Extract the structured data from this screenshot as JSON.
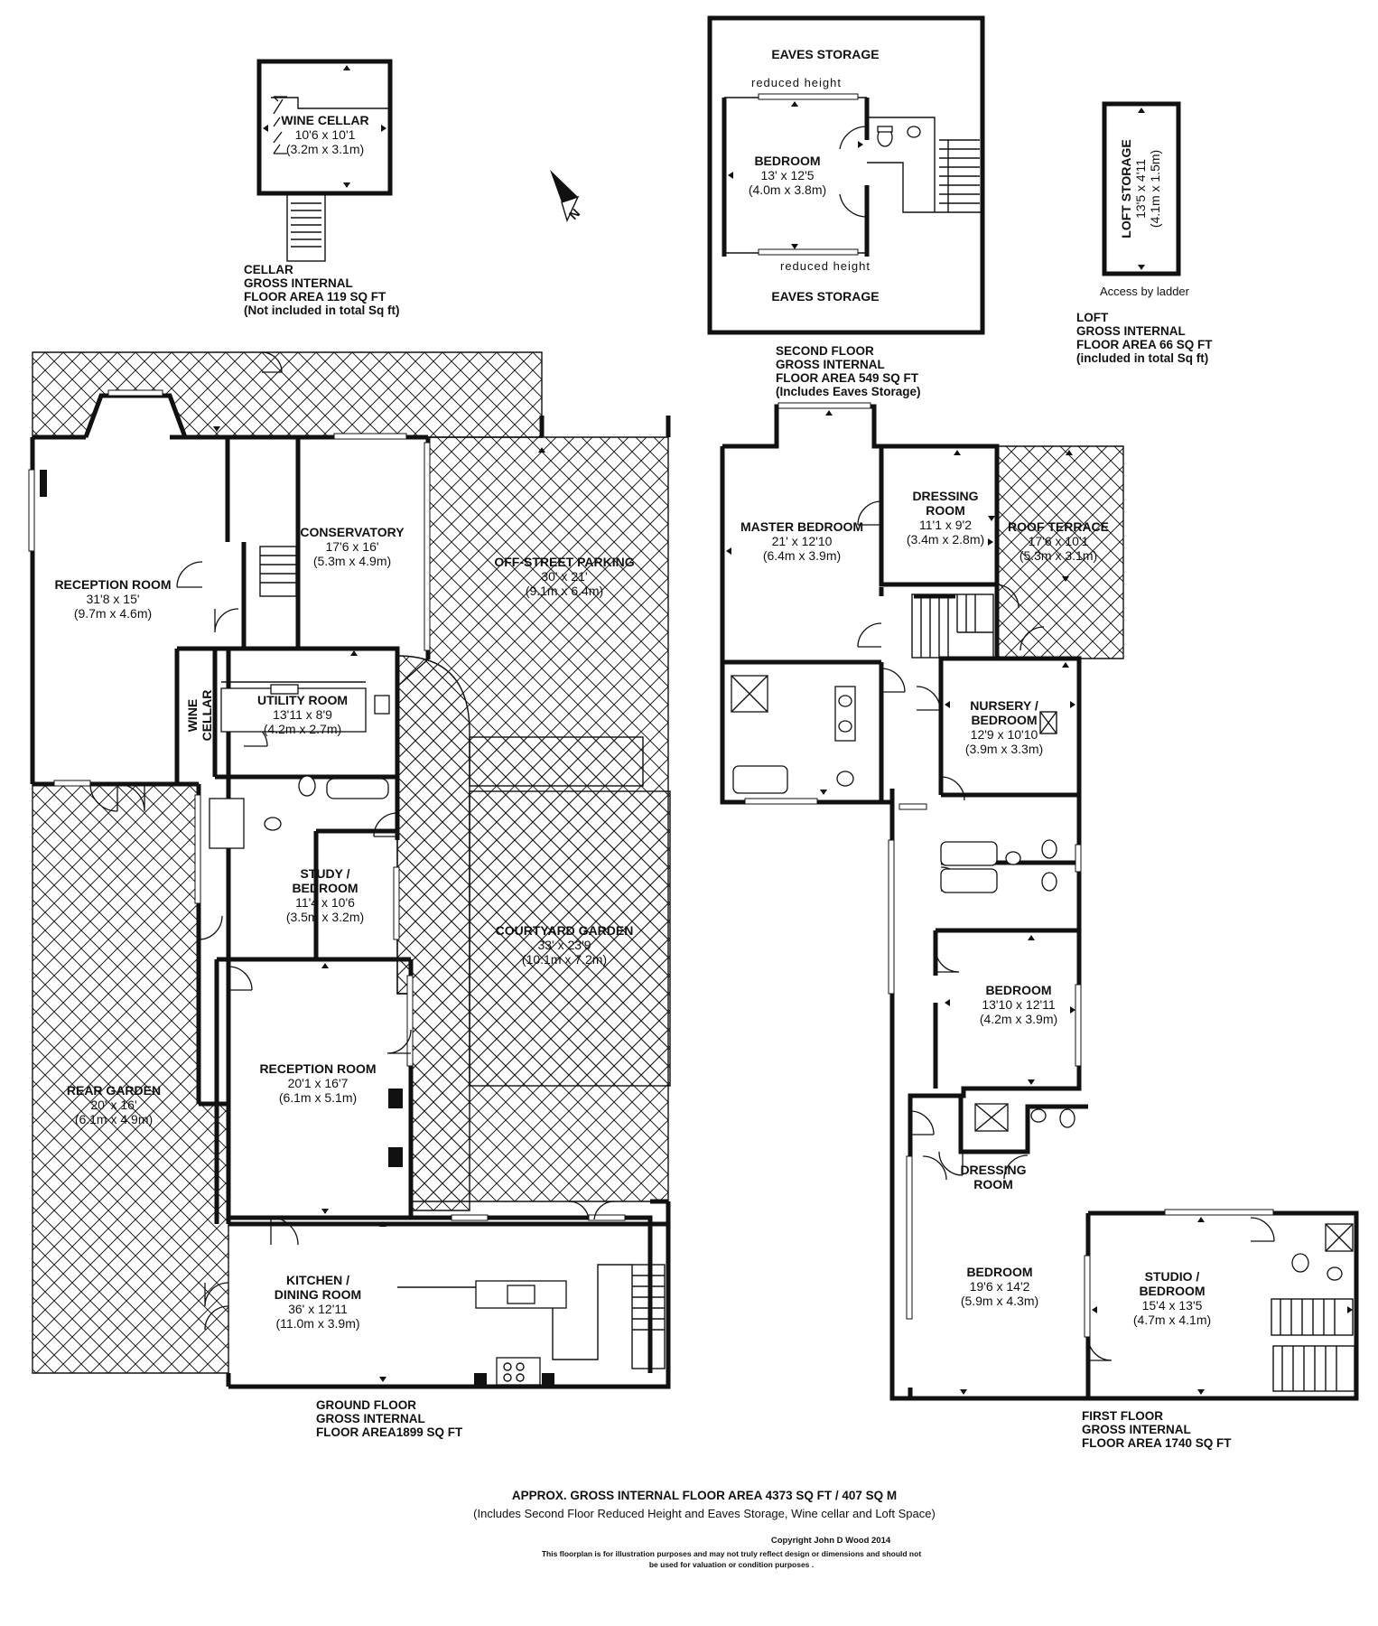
{
  "cellar": {
    "room": {
      "name": "WINE CELLAR",
      "dim1": "10'6 x 10'1",
      "dim2": "(3.2m x 3.1m)"
    },
    "caption": [
      "CELLAR",
      "GROSS INTERNAL",
      "FLOOR AREA 119 SQ FT",
      "(Not included in total Sq ft)"
    ]
  },
  "second_floor": {
    "eaves_top": "EAVES STORAGE",
    "eaves_bottom": "EAVES STORAGE",
    "reduced_top": "reduced height",
    "reduced_bottom": "reduced height",
    "bedroom": {
      "name": "BEDROOM",
      "dim1": "13' x 12'5",
      "dim2": "(4.0m x 3.8m)"
    },
    "caption": [
      "SECOND FLOOR",
      "GROSS INTERNAL",
      "FLOOR AREA 549 SQ FT",
      "(Includes Eaves Storage)"
    ]
  },
  "loft": {
    "room": {
      "name": "LOFT STORAGE",
      "dim1": "13'5 x 4'11",
      "dim2": "(4.1m x 1.5m)"
    },
    "access": "Access by ladder",
    "caption": [
      "LOFT",
      "GROSS INTERNAL",
      "FLOOR AREA 66 SQ FT",
      "(included in total Sq ft)"
    ]
  },
  "north": "N",
  "ground_floor": {
    "reception1": {
      "name": "RECEPTION ROOM",
      "dim1": "31'8 x 15'",
      "dim2": "(9.7m x 4.6m)"
    },
    "conservatory": {
      "name": "CONSERVATORY",
      "dim1": "17'6 x 16'",
      "dim2": "(5.3m x 4.9m)"
    },
    "parking": {
      "name": "OFF-STREET PARKING",
      "dim1": "30' x 21'",
      "dim2": "(9.1m x 6.4m)"
    },
    "wine_cellar": {
      "line1": "WINE",
      "line2": "CELLAR"
    },
    "utility": {
      "name": "UTILITY ROOM",
      "dim1": "13'11 x 8'9",
      "dim2": "(4.2m x 2.7m)"
    },
    "study": {
      "name1": "STUDY /",
      "name2": "BEDROOM",
      "dim1": "11'4 x 10'6",
      "dim2": "(3.5m x 3.2m)"
    },
    "courtyard": {
      "name": "COURTYARD GARDEN",
      "dim1": "33' x 23'9",
      "dim2": "(10.1m x 7.2m)"
    },
    "rear_garden": {
      "name": "REAR GARDEN",
      "dim1": "20' x 16'",
      "dim2": "(6.1m x 4.9m)"
    },
    "reception2": {
      "name": "RECEPTION ROOM",
      "dim1": "20'1 x 16'7",
      "dim2": "(6.1m x 5.1m)"
    },
    "kitchen": {
      "name1": "KITCHEN /",
      "name2": "DINING ROOM",
      "dim1": "36' x 12'11",
      "dim2": "(11.0m x 3.9m)"
    },
    "caption": [
      "GROUND FLOOR",
      "GROSS INTERNAL",
      "FLOOR AREA1899 SQ FT"
    ]
  },
  "first_floor": {
    "master": {
      "name": "MASTER BEDROOM",
      "dim1": "21' x 12'10",
      "dim2": "(6.4m x 3.9m)"
    },
    "dressing1": {
      "name1": "DRESSING",
      "name2": "ROOM",
      "dim1": "11'1 x 9'2",
      "dim2": "(3.4m x 2.8m)"
    },
    "roof_terrace": {
      "name": "ROOF TERRACE",
      "dim1": "17'6 x 10'1",
      "dim2": "(5.3m x 3.1m)"
    },
    "nursery": {
      "name1": "NURSERY /",
      "name2": "BEDROOM",
      "dim1": "12'9 x 10'10",
      "dim2": "(3.9m x 3.3m)"
    },
    "bedroom2": {
      "name": "BEDROOM",
      "dim1": "13'10 x 12'11",
      "dim2": "(4.2m x 3.9m)"
    },
    "dressing2": {
      "name1": "DRESSING",
      "name2": "ROOM"
    },
    "bedroom3": {
      "name": "BEDROOM",
      "dim1": "19'6 x 14'2",
      "dim2": "(5.9m x 4.3m)"
    },
    "studio": {
      "name1": "STUDIO /",
      "name2": "BEDROOM",
      "dim1": "15'4 x 13'5",
      "dim2": "(4.7m x 4.1m)"
    },
    "caption": [
      "FIRST FLOOR",
      "GROSS INTERNAL",
      "FLOOR AREA 1740 SQ FT"
    ]
  },
  "footer": {
    "total": "APPROX. GROSS INTERNAL FLOOR AREA 4373 SQ FT / 407 SQ M",
    "includes": "(Includes Second Floor Reduced Height and Eaves Storage, Wine cellar and Loft Space)",
    "copyright": "Copyright John D Wood 2014",
    "disclaimer1": "This floorplan is for illustration purposes and may not truly reflect design or dimensions and should not",
    "disclaimer2": "be used for valuation or condition purposes ."
  }
}
